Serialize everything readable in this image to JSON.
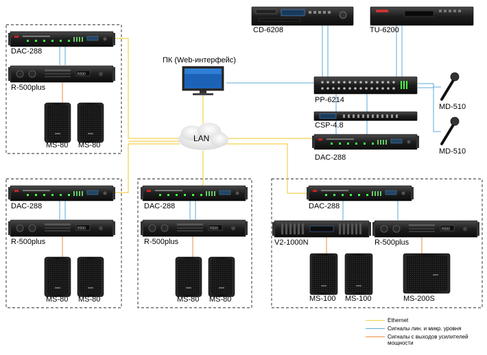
{
  "pc_label": "ПК (Web-интерфейс)",
  "lan_label": "LAN",
  "devices": {
    "cd6208": "CD-6208",
    "tu6200": "TU-6200",
    "pp6214": "PP-6214",
    "csp48": "CSP-4.8",
    "dac_center": "DAC-288",
    "md510_top": "MD-510",
    "md510_bottom": "MD-510"
  },
  "zone_top_left": {
    "dac": "DAC-288",
    "amp": "R-500plus",
    "spk1": "MS-80",
    "spk2": "MS-80"
  },
  "zone_bottom_left": {
    "dac": "DAC-288",
    "amp": "R-500plus",
    "spk1": "MS-80",
    "spk2": "MS-80"
  },
  "zone_bottom_middle": {
    "dac": "DAC-288",
    "amp": "R-500plus",
    "spk1": "MS-80",
    "spk2": "MS-80"
  },
  "zone_bottom_right": {
    "dac": "DAC-288",
    "amp1": "V2-1000N",
    "amp2": "R-500plus",
    "spk1": "MS-100",
    "spk2": "MS-100",
    "spk3": "MS-200S"
  },
  "legend": {
    "ethernet": "Ethernet",
    "line_mic": "Сигналы лин. и микр. уровня",
    "amp_out": "Сигналы с выходов усилителей мощности"
  },
  "colors": {
    "ethernet": "#f2d04a",
    "signal": "#5aa9d6",
    "amp_output": "#f08a3c"
  }
}
